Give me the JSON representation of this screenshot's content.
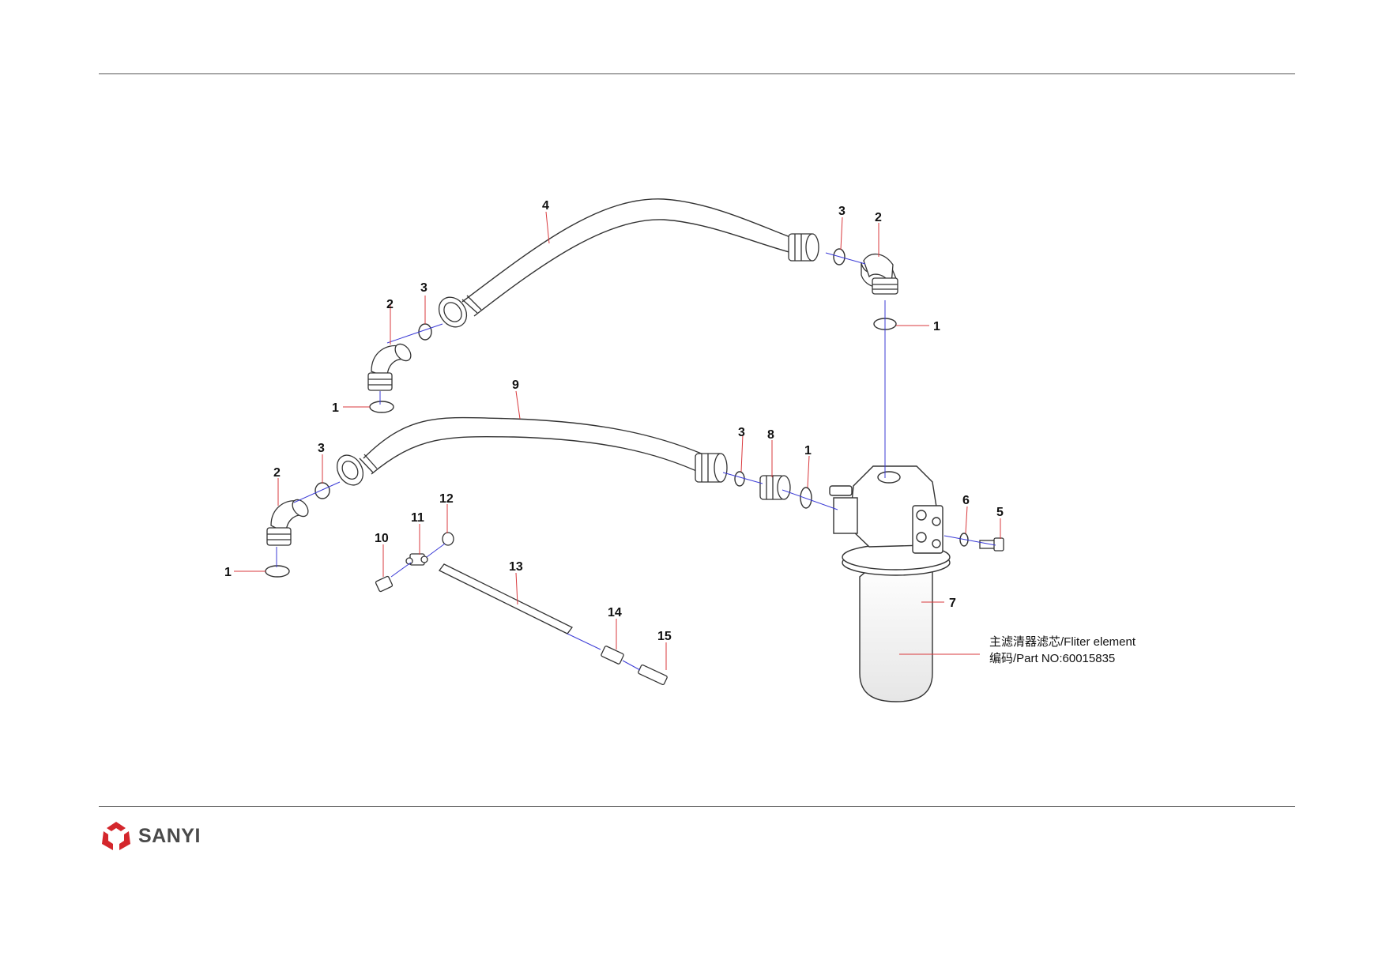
{
  "brand": {
    "name": "SANYI",
    "red": "#d4262c",
    "gray": "#4a4a4a"
  },
  "colors": {
    "leader": "#d9383c",
    "axis": "#3b3bd6",
    "line": "#333333"
  },
  "note": {
    "line1": "主滤清器滤芯/Fliter element",
    "line2": "编码/Part NO:60015835"
  },
  "callouts": {
    "c4": "4",
    "c3a": "3",
    "c2a": "2",
    "c1a": "1",
    "c3b": "3",
    "c2b": "2",
    "c1b": "1",
    "c9": "9",
    "c3c": "3",
    "c2c": "2",
    "c1c": "1",
    "c3d": "3",
    "c8": "8",
    "c1d": "1",
    "c6": "6",
    "c5": "5",
    "c7": "7",
    "c12": "12",
    "c11": "11",
    "c10": "10",
    "c13": "13",
    "c14": "14",
    "c15": "15"
  }
}
